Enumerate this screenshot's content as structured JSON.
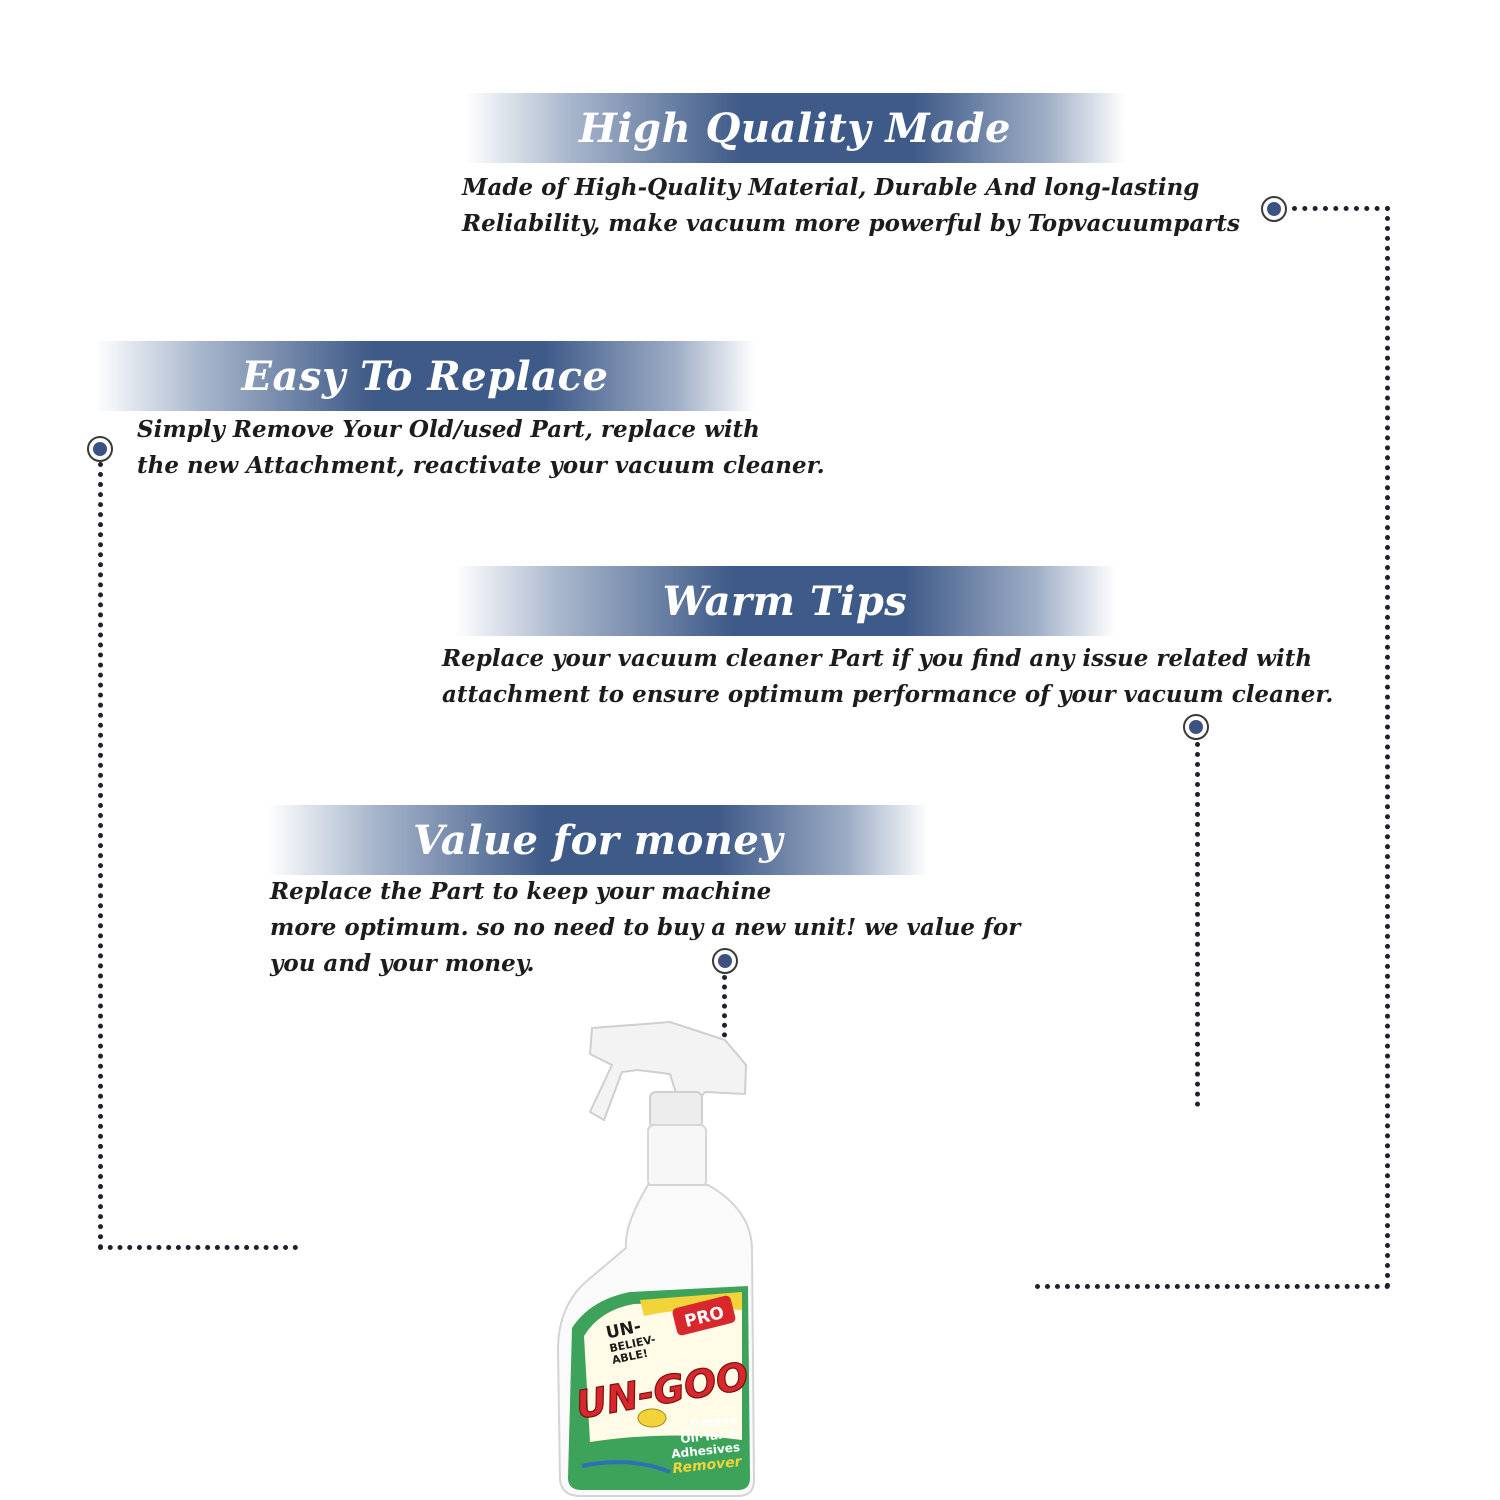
{
  "features": [
    {
      "title": "High Quality Made",
      "lines": [
        "Made of  High-Quality Material, Durable And long-lasting",
        "Reliability, make vacuum more powerful by Topvacuumparts"
      ]
    },
    {
      "title": "Easy To Replace",
      "lines": [
        "Simply Remove Your Old/used Part, replace with",
        "the new Attachment, reactivate your vacuum cleaner."
      ]
    },
    {
      "title": "Warm Tips",
      "lines": [
        "Replace your vacuum cleaner Part if you find any issue related with",
        " attachment to ensure optimum performance of your vacuum cleaner."
      ]
    },
    {
      "title": "Value for money",
      "lines": [
        "Replace the Part to keep your machine",
        "more optimum. so no need to buy a new unit! we value for",
        "you and your money."
      ]
    }
  ],
  "product": {
    "label_un": "UN-",
    "label_believable": [
      "BELIEV-",
      "ABLE!"
    ],
    "label_brand": "UN-GOO",
    "label_pro": "PRO",
    "label_lines": [
      "Grease",
      "Oil·Tar &",
      "Adhesives",
      "Remover"
    ]
  },
  "colors": {
    "banner_blue": "#3e5a88",
    "marker_blue": "#3b5283",
    "text": "#1c1c1c",
    "label_green": "#3da35a",
    "brand_red": "#d8272d"
  }
}
